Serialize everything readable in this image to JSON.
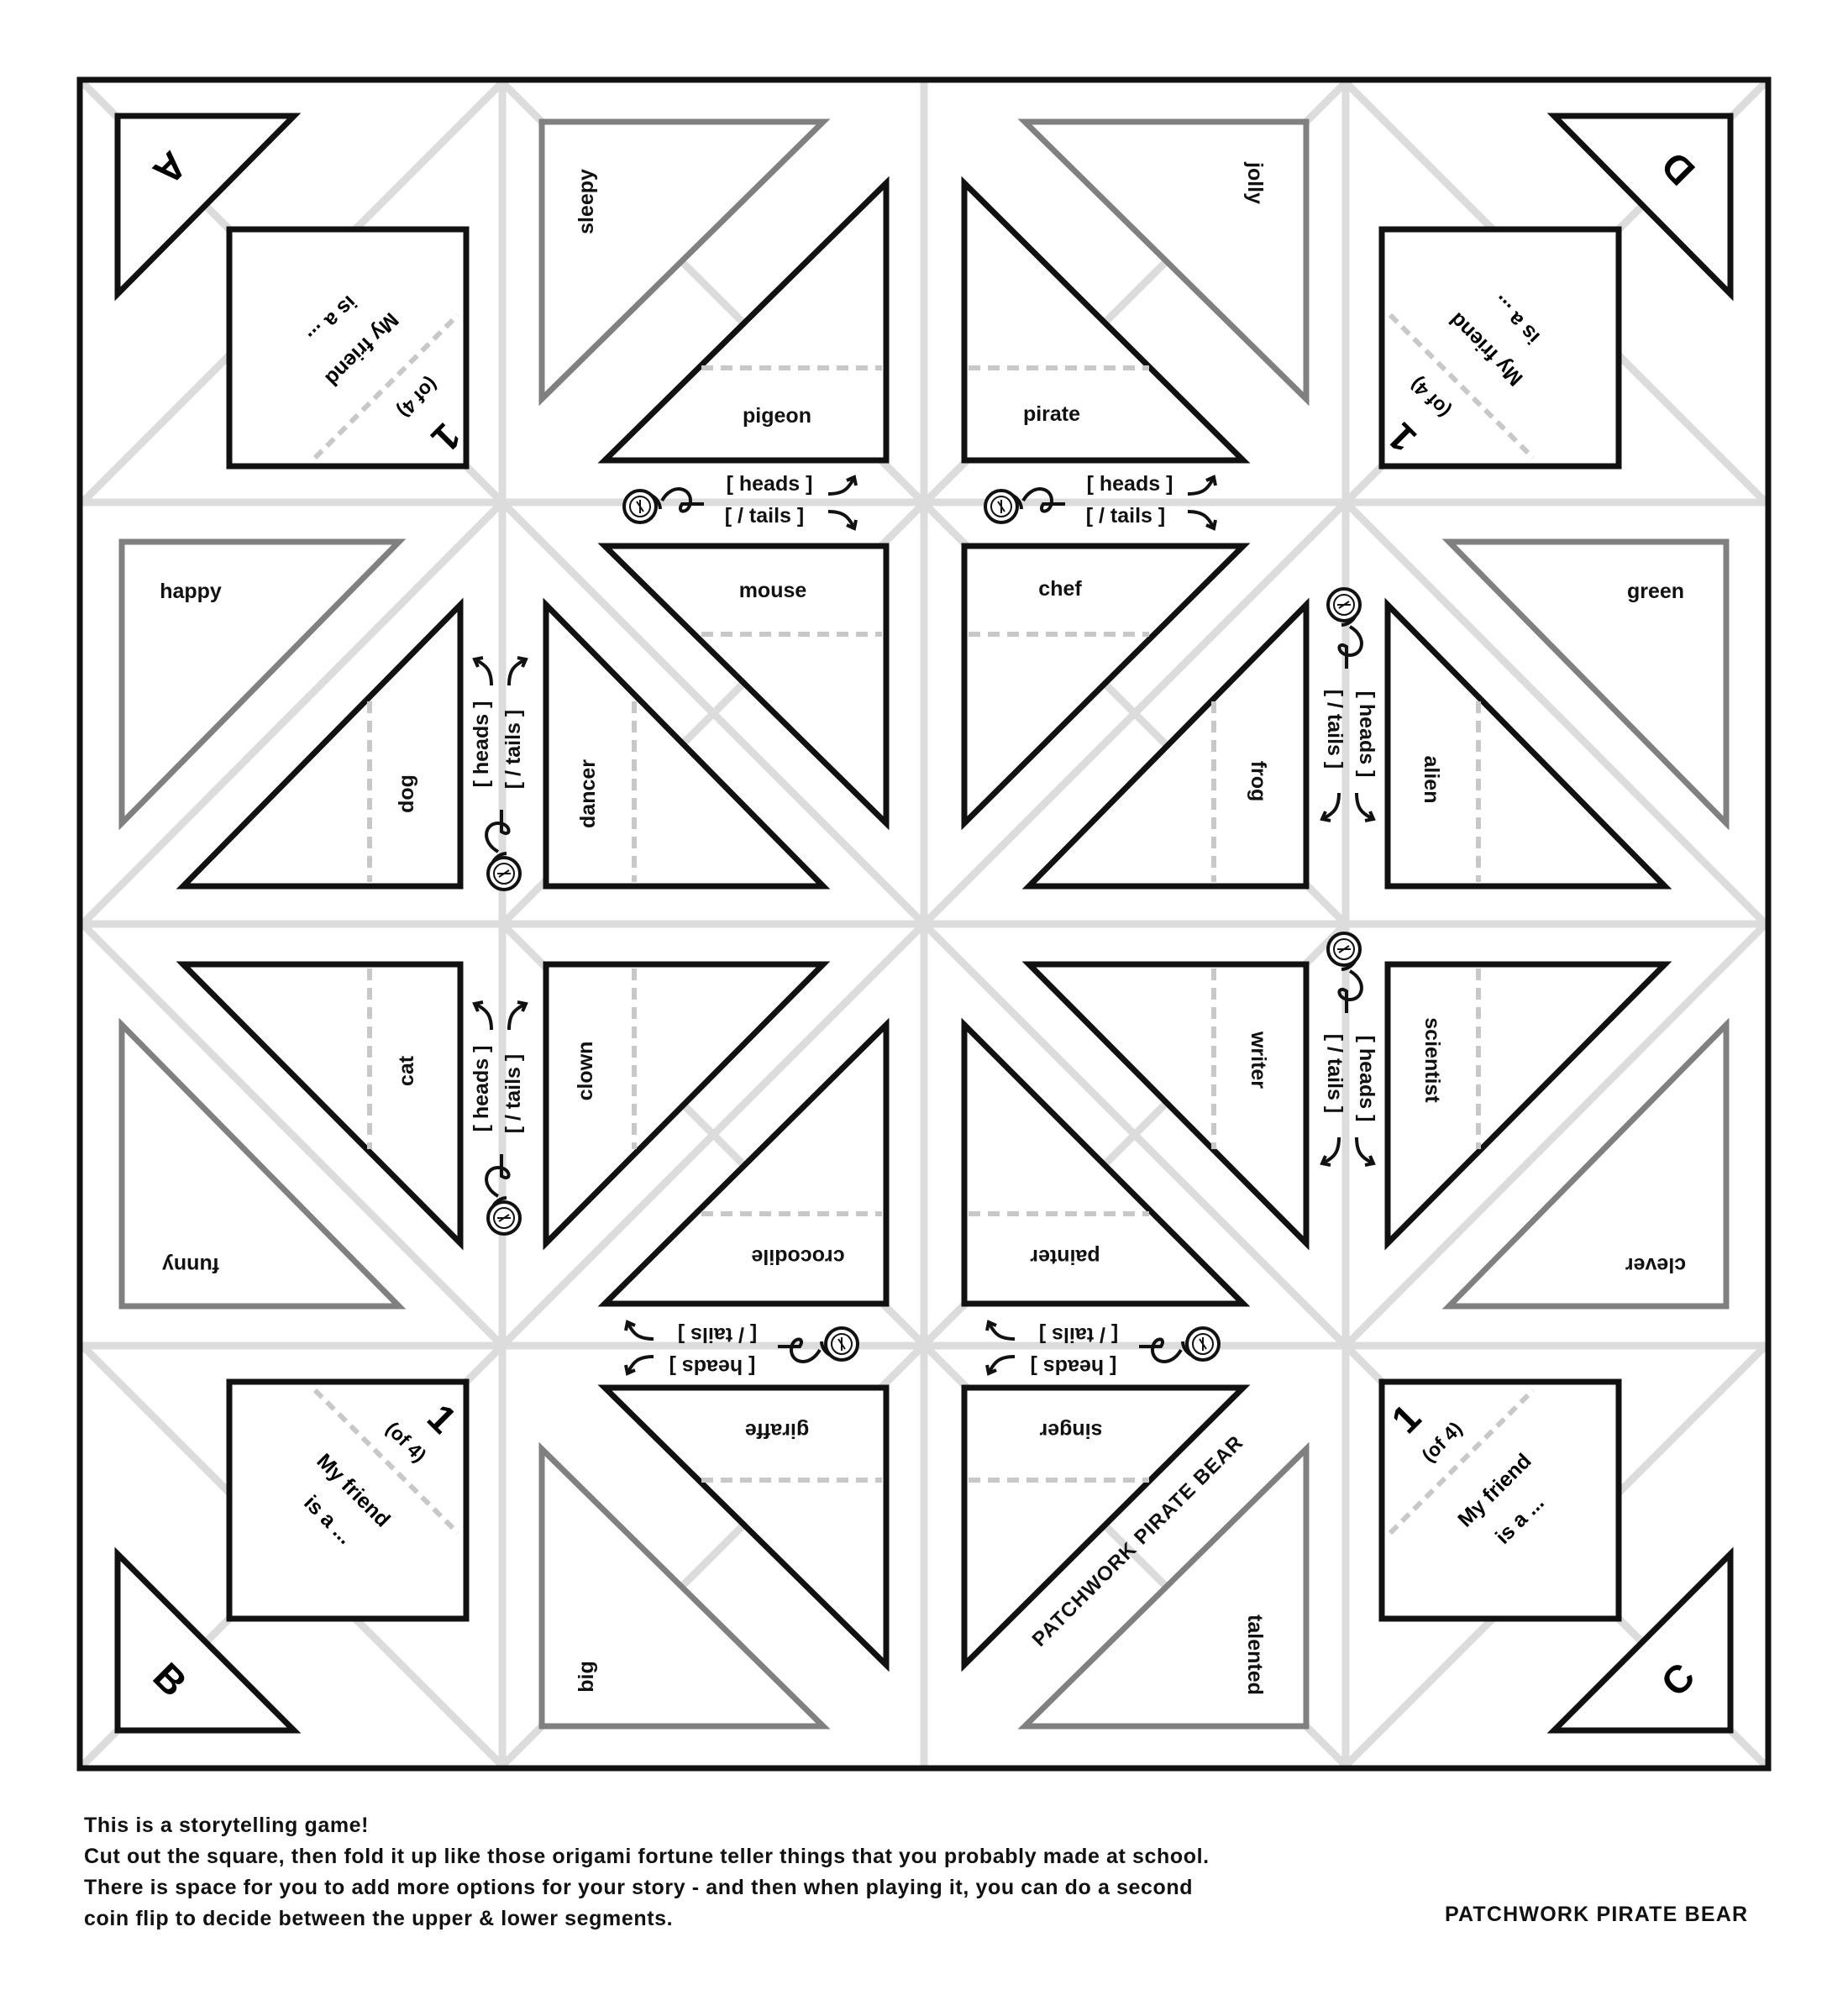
{
  "colors": {
    "ink": "#111111",
    "gray_outline": "#808080",
    "fold_line": "#dcdcdc",
    "dash": "#c8c8c8",
    "paper": "#ffffff"
  },
  "corners": [
    {
      "letter": "A",
      "prompt_line1": "My friend",
      "prompt_line2": "is a ...",
      "number": "1",
      "of": "(of 4)"
    },
    {
      "letter": "D",
      "prompt_line1": "My friend",
      "prompt_line2": "is a ...",
      "number": "1",
      "of": "(of 4)"
    },
    {
      "letter": "B",
      "prompt_line1": "My friend",
      "prompt_line2": "is a ...",
      "number": "1",
      "of": "(of 4)"
    },
    {
      "letter": "C",
      "prompt_line1": "My friend",
      "prompt_line2": "is a ...",
      "number": "1",
      "of": "(of 4)"
    }
  ],
  "adjectives": [
    "sleepy",
    "jolly",
    "happy",
    "green",
    "funny",
    "clever",
    "big",
    "talented"
  ],
  "characters": [
    "pigeon",
    "pirate",
    "mouse",
    "chef",
    "dog",
    "dancer",
    "frog",
    "alien",
    "cat",
    "clown",
    "writer",
    "scientist",
    "crocodile",
    "painter",
    "giraffe",
    "singer"
  ],
  "coin": {
    "heads": "[ heads ]",
    "tails": "[ / tails ]"
  },
  "brand": "PATCHWORK PIRATE BEAR",
  "instructions": [
    "This is a storytelling game!",
    "Cut out the square, then fold it up like those origami fortune teller things that you probably made at school.",
    "There is space for you to add more options for your story - and then when playing it, you can do a second",
    "coin flip to decide between the upper & lower segments."
  ],
  "footer_brand": "PATCHWORK PIRATE BEAR"
}
